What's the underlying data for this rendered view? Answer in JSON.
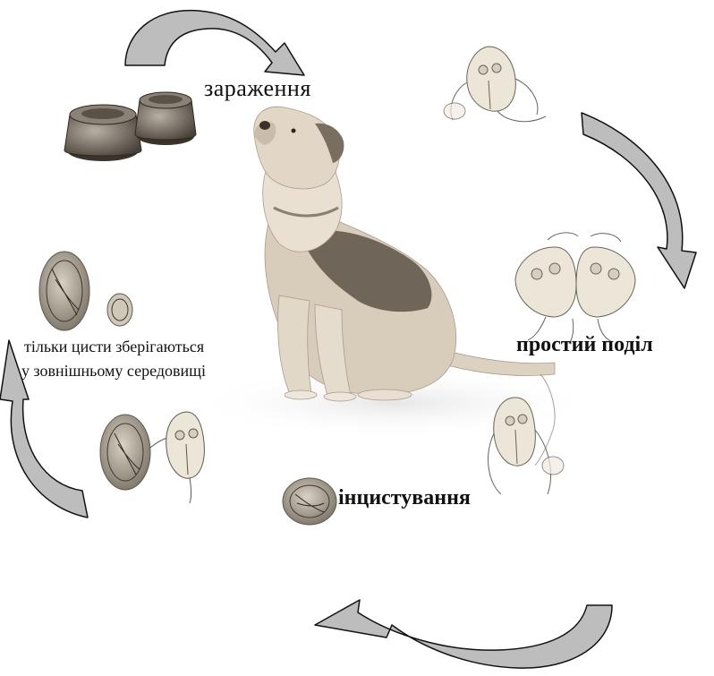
{
  "labels": {
    "infection": "зараження",
    "division": "простий поділ",
    "encystation": "інцистування",
    "cysts_line1": "тільки цисти зберігаються",
    "cysts_line2": "у зовнішньому середовищі"
  },
  "colors": {
    "arrow_fill": "#bdbdbd",
    "arrow_stroke": "#111111",
    "dog_body": "#d8ccbb",
    "dog_patch": "#6f6559",
    "cell_fill": "#ece6d8",
    "cyst_fill": "#8c8478"
  }
}
